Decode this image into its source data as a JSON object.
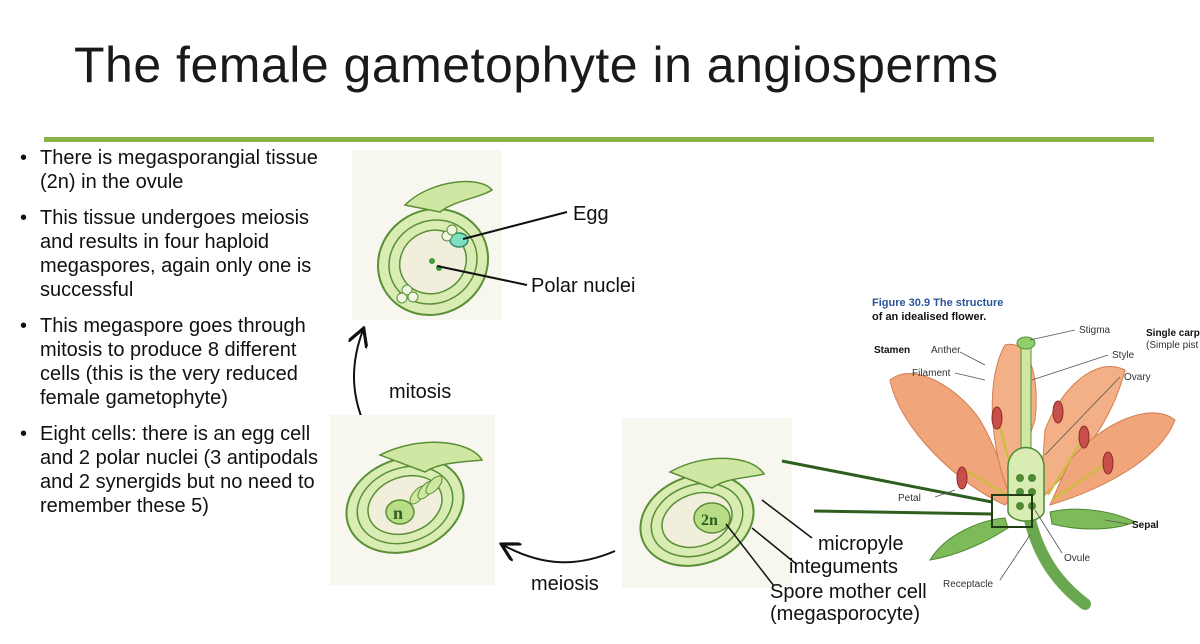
{
  "title": "The female gametophyte in angiosperms",
  "bullets": [
    "There is megasporangial tissue (2n) in the ovule",
    "This tissue undergoes meiosis and results in four haploid megaspores, again only one is successful",
    "This megaspore goes through mitosis to produce 8 different cells (this is the very reduced female gametophyte)",
    "Eight cells: there is an egg cell and 2 polar nuclei (3 antipodals and 2 synergids but no need to remember these 5)"
  ],
  "diagram": {
    "egg_label": "Egg",
    "polar_nuclei_label": "Polar nuclei",
    "mitosis_label": "mitosis",
    "meiosis_label": "meiosis",
    "haploid_label": "n",
    "diploid_label": "2n",
    "micropyle_label": "micropyle",
    "integuments_label": "integuments",
    "spore_mother_label": "Spore mother cell",
    "spore_mother_sub": "(megasporocyte)"
  },
  "flower_figure": {
    "caption_line1": "Figure 30.9 The structure",
    "caption_line2": "of an idealised flower.",
    "stamen": "Stamen",
    "anther": "Anther",
    "filament": "Filament",
    "stigma": "Stigma",
    "style": "Style",
    "ovary": "Ovary",
    "single_carpel": "Single carp",
    "simple_pistil": "(Simple pist",
    "petal": "Petal",
    "sepal": "Sepal",
    "ovule": "Ovule",
    "receptacle": "Receptacle"
  },
  "colors": {
    "rule": "#8ab34a",
    "tissue_green": "#cfe7a2",
    "outline_green": "#5a8f35",
    "petal": "#f0a57a",
    "stem": "#6aa84f"
  }
}
